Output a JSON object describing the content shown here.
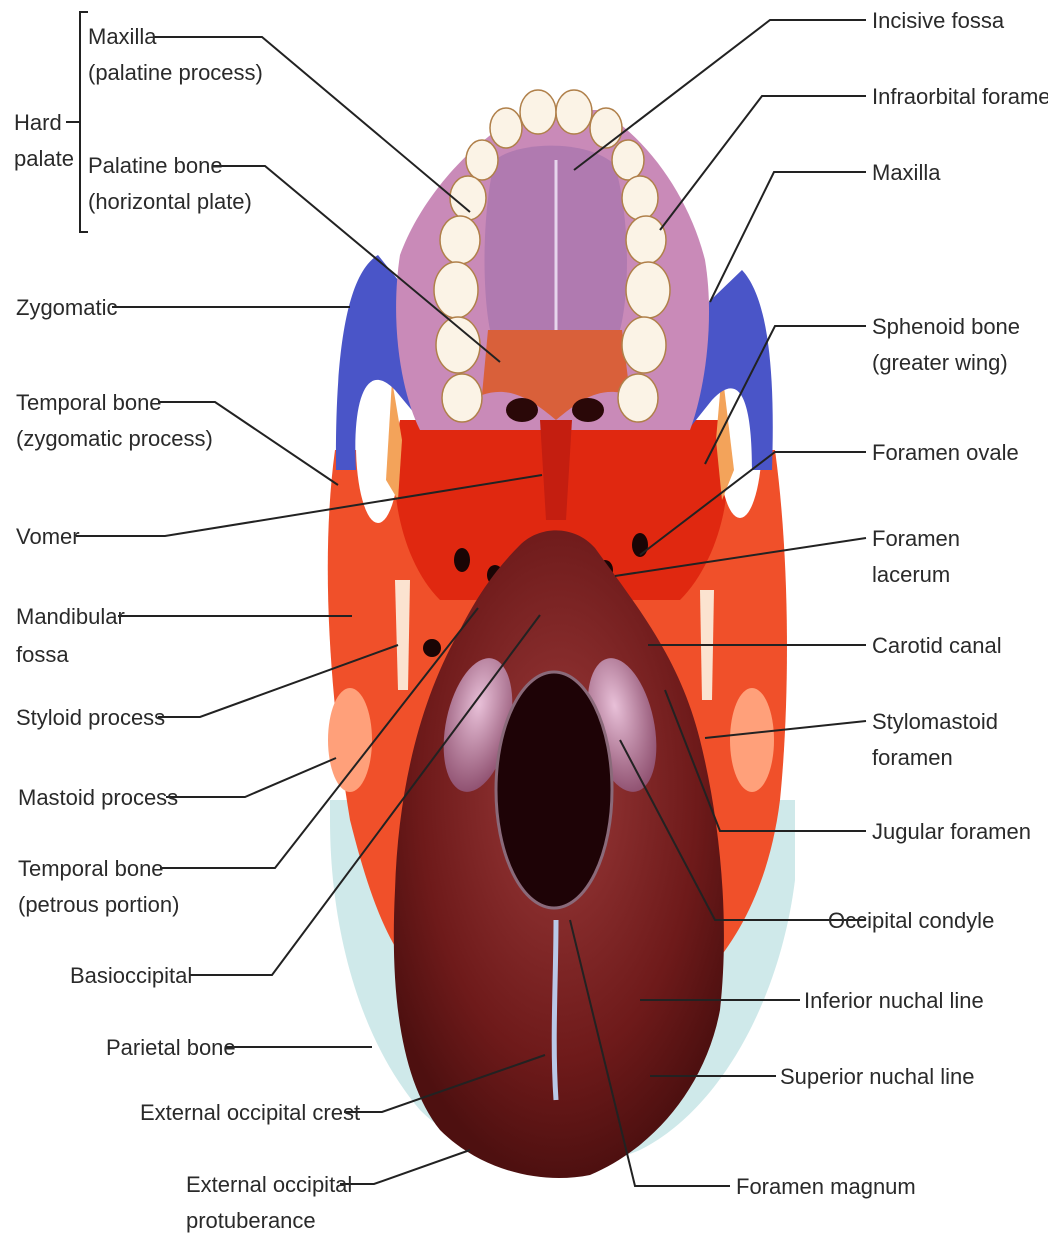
{
  "group_label": {
    "line1": "Hard",
    "line2": "palate"
  },
  "labels": {
    "maxilla_palatine": {
      "line1": "Maxilla",
      "line2": "(palatine process)"
    },
    "palatine_bone": {
      "line1": "Palatine bone",
      "line2": "(horizontal plate)"
    },
    "zygomatic": {
      "line1": "Zygomatic"
    },
    "temporal_zygomatic": {
      "line1": "Temporal bone",
      "line2": "(zygomatic process)"
    },
    "vomer": {
      "line1": "Vomer"
    },
    "mandibular_fossa": {
      "line1": "Mandibular",
      "line2": "fossa"
    },
    "styloid_process": {
      "line1": "Styloid process"
    },
    "mastoid_process": {
      "line1": "Mastoid process"
    },
    "temporal_petrous": {
      "line1": "Temporal bone",
      "line2": "(petrous portion)"
    },
    "basioccipital": {
      "line1": "Basioccipital"
    },
    "parietal_bone": {
      "line1": "Parietal bone"
    },
    "external_occipital_crest": {
      "line1": "External occipital crest"
    },
    "external_occipital_protuberance": {
      "line1": "External occipital",
      "line2": "protuberance"
    },
    "incisive_fossa": {
      "line1": "Incisive fossa"
    },
    "infraorbital_foramen": {
      "line1": "Infraorbital foramen"
    },
    "maxilla": {
      "line1": "Maxilla"
    },
    "sphenoid_bone": {
      "line1": "Sphenoid bone",
      "line2": "(greater wing)"
    },
    "foramen_ovale": {
      "line1": "Foramen ovale"
    },
    "foramen_lacerum": {
      "line1": "Foramen",
      "line2": "lacerum"
    },
    "carotid_canal": {
      "line1": "Carotid canal"
    },
    "stylomastoid_foramen": {
      "line1": "Stylomastoid",
      "line2": "foramen"
    },
    "jugular_foramen": {
      "line1": "Jugular foramen"
    },
    "occipital_condyle": {
      "line1": "Occipital condyle"
    },
    "inferior_nuchal_line": {
      "line1": "Inferior nuchal line"
    },
    "superior_nuchal_line": {
      "line1": "Superior nuchal line"
    },
    "foramen_magnum": {
      "line1": "Foramen magnum"
    }
  },
  "colors": {
    "maxilla": "#c98ab8",
    "palatine": "#d9603a",
    "zygomatic": "#4a55c8",
    "sphenoid": "#e02810",
    "temporal": "#f0502a",
    "occipital": "#6e1a1a",
    "parietal": "#cfe9ea",
    "teeth": "#fbf3e6"
  }
}
